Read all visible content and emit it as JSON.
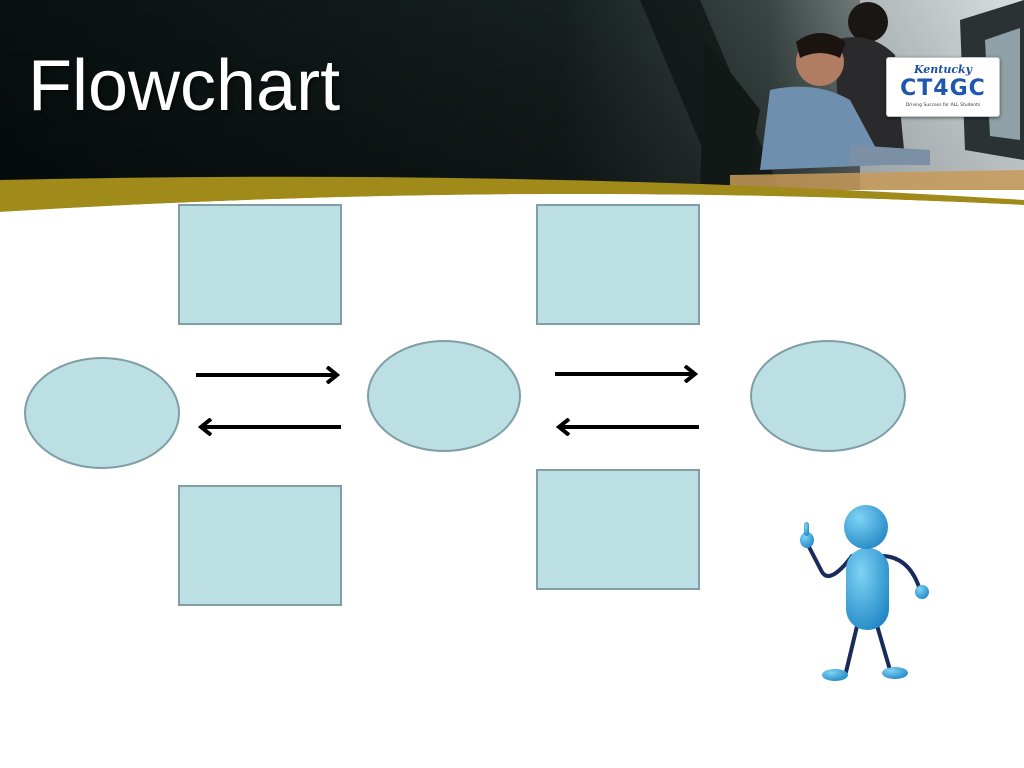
{
  "slide": {
    "title": "Flowchart"
  },
  "logo": {
    "top_text": "Kentucky",
    "main_text": "CT4GC",
    "sub_text": "Driving Success for ALL Students"
  },
  "colors": {
    "shape_fill": "#bcdfe4",
    "shape_stroke": "#7f9ea5",
    "arrow": "#000000",
    "header_dark": "#0e1614",
    "gold_band": "#a08a1a",
    "figure_blue": "#2a9fd6"
  },
  "icons": [
    "thinking-stick-figure"
  ]
}
